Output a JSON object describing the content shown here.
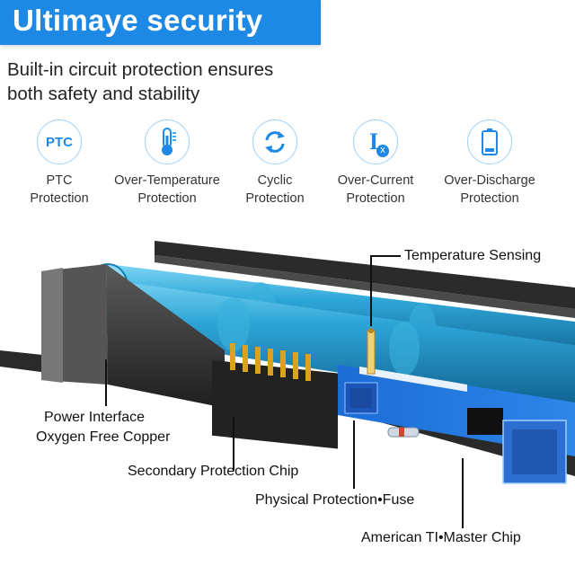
{
  "banner": {
    "title": "Ultimaye security"
  },
  "subtitle": {
    "line1": "Built-in circuit protection ensures",
    "line2": "both safety and stability"
  },
  "features": [
    {
      "icon": "ptc-icon",
      "icon_text": "PTC",
      "line1": "PTC",
      "line2": "Protection"
    },
    {
      "icon": "thermometer-icon",
      "line1": "Over-Temperature",
      "line2": "Protection"
    },
    {
      "icon": "cycle-arrows-icon",
      "line1": "Cyclic",
      "line2": "Protection"
    },
    {
      "icon": "current-icon",
      "icon_text": "I",
      "icon_sub": "x",
      "line1": "Over-Current",
      "line2": "Protection"
    },
    {
      "icon": "battery-icon",
      "line1": "Over-Discharge",
      "line2": "Protection"
    }
  ],
  "callouts": {
    "temperature": "Temperature Sensing",
    "power_line1": "Power Interface",
    "power_line2": "Oxygen Free Copper",
    "secondary": "Secondary Protection Chip",
    "physical": "Physical Protection•Fuse",
    "master": "American TI•Master Chip"
  },
  "colors": {
    "banner": "#1e88e5",
    "icon_outline": "#9ed1f5",
    "icon_fill": "#1e88e5",
    "cell_blue": "#2a9fd0",
    "pcb_blue": "#2c6fd1",
    "casing": "#333333"
  }
}
